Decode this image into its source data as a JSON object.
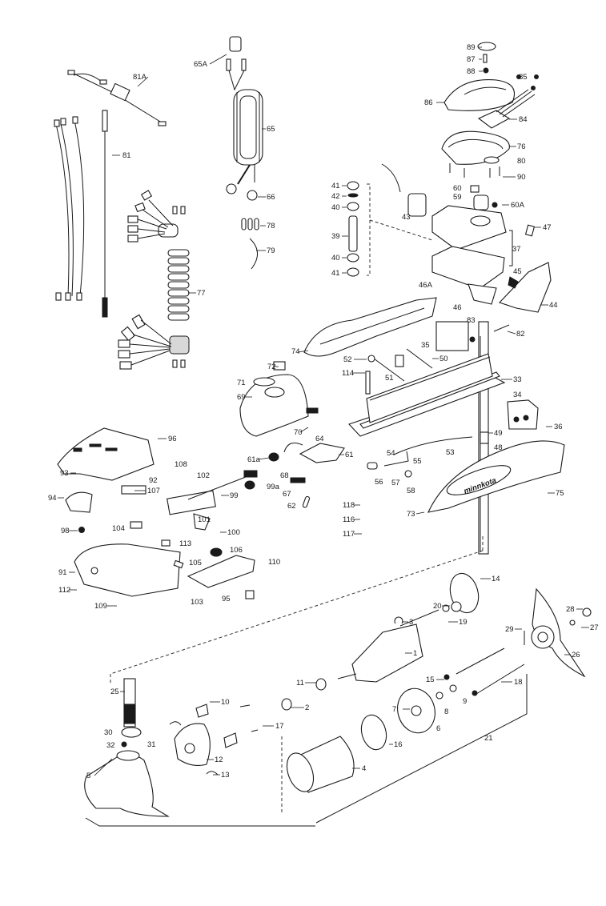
{
  "diagram": {
    "title": "Exploded parts diagram",
    "labels": {
      "p1": "1",
      "p2": "2",
      "p3": "3",
      "p4": "4",
      "p5": "5",
      "p6": "6",
      "p7": "7",
      "p8": "8",
      "p9": "9",
      "p10": "10",
      "p11": "11",
      "p12": "12",
      "p13": "13",
      "p14": "14",
      "p15": "15",
      "p16": "16",
      "p17": "17",
      "p18": "18",
      "p19": "19",
      "p20": "20",
      "p21": "21",
      "p25": "25",
      "p26": "26",
      "p27": "27",
      "p28": "28",
      "p29": "29",
      "p30": "30",
      "p31": "31",
      "p32": "32",
      "p33": "33",
      "p34": "34",
      "p35": "35",
      "p36": "36",
      "p37": "37",
      "p39": "39",
      "p40a": "40",
      "p40b": "40",
      "p41a": "41",
      "p41b": "41",
      "p42": "42",
      "p43": "43",
      "p44": "44",
      "p45": "45",
      "p46": "46",
      "p46A": "46A",
      "p47": "47",
      "p48": "48",
      "p49": "49",
      "p50": "50",
      "p51": "51",
      "p52": "52",
      "p53": "53",
      "p54": "54",
      "p55": "55",
      "p56": "56",
      "p57": "57",
      "p58": "58",
      "p59": "59",
      "p60": "60",
      "p60A": "60A",
      "p61": "61",
      "p61a": "61a",
      "p62": "62",
      "p64": "64",
      "p65": "65",
      "p65A": "65A",
      "p66": "66",
      "p67": "67",
      "p68": "68",
      "p69": "69",
      "p70": "70",
      "p71": "71",
      "p72": "72",
      "p73": "73",
      "p74": "74",
      "p75": "75",
      "p76": "76",
      "p77": "77",
      "p78": "78",
      "p79": "79",
      "p80": "80",
      "p81": "81",
      "p81A": "81A",
      "p82": "82",
      "p83": "83",
      "p84": "84",
      "p85": "85",
      "p86": "86",
      "p87": "87",
      "p88": "88",
      "p89": "89",
      "p90": "90",
      "p91": "91",
      "p92": "92",
      "p93": "93",
      "p94": "94",
      "p95": "95",
      "p96": "96",
      "p98": "98",
      "p99": "99",
      "p99a": "99a",
      "p100": "100",
      "p101": "101",
      "p102": "102",
      "p103": "103",
      "p104": "104",
      "p105": "105",
      "p106": "106",
      "p107": "107",
      "p108": "108",
      "p109": "109",
      "p110": "110",
      "p112": "112",
      "p113": "113",
      "p114": "114",
      "p116": "116",
      "p117": "117",
      "p118": "118"
    },
    "brand_text": "minnkota"
  }
}
